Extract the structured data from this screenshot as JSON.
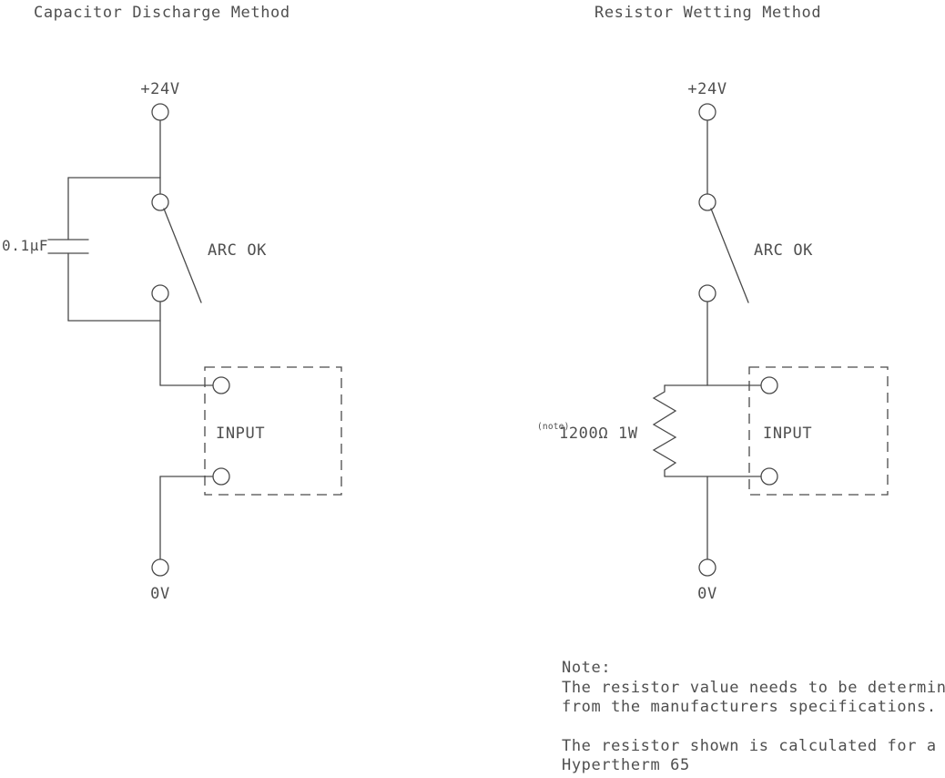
{
  "colors": {
    "line": "#4a4a4a",
    "text": "#4f4f4f",
    "background": "#ffffff"
  },
  "left": {
    "title": "Capacitor Discharge Method",
    "labels": {
      "supply": "+24V",
      "switch": "ARC OK",
      "capacitor": "0.1µF",
      "input": "INPUT",
      "ground": "0V"
    }
  },
  "right": {
    "title": "Resistor Wetting Method",
    "labels": {
      "supply": "+24V",
      "switch": "ARC OK",
      "resistor_note_ref": "(note)",
      "resistor": "1200Ω 1W",
      "input": "INPUT",
      "ground": "0V"
    }
  },
  "note": {
    "heading": "Note:",
    "para1": [
      "The resistor value needs to be determined",
      "from the manufacturers specifications."
    ],
    "para2": [
      "The resistor shown is calculated for a",
      "Hypertherm 65"
    ]
  }
}
